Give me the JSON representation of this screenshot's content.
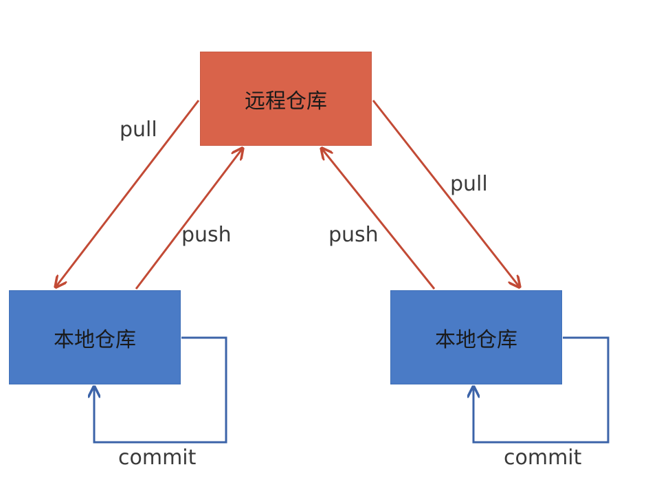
{
  "nodes": {
    "remote": "远程仓库",
    "local_left": "本地仓库",
    "local_right": "本地仓库"
  },
  "labels": {
    "pull_left": "pull",
    "push_left": "push",
    "push_right": "push",
    "pull_right": "pull",
    "commit_left": "commit",
    "commit_right": "commit"
  },
  "colors": {
    "remote_fill": "#d9634a",
    "local_fill": "#4a7bc6",
    "red_arrow": "#c24a35",
    "blue_arrow": "#3b63a8"
  }
}
